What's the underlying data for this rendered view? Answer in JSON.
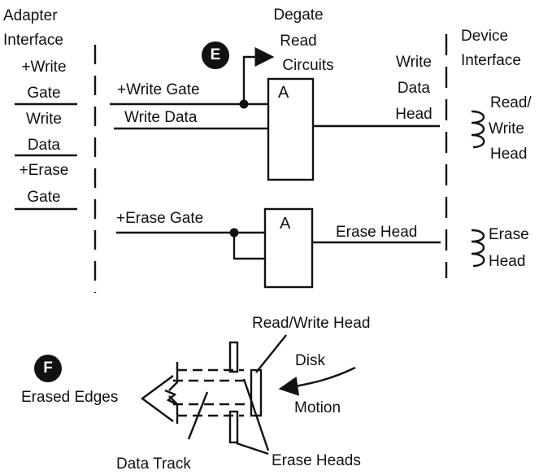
{
  "adapter_interface": {
    "title_line1": "Adapter",
    "title_line2": "Interface",
    "signals": [
      {
        "line1": "+Write",
        "line2": "Gate"
      },
      {
        "line1": "Write",
        "line2": "Data"
      },
      {
        "line1": "+Erase",
        "line2": "Gate"
      }
    ]
  },
  "device_interface": {
    "title_line1": "Device",
    "title_line2": "Interface"
  },
  "badges": {
    "e": "E",
    "f": "F"
  },
  "degate": {
    "line1": "Degate",
    "line2": "Read",
    "line3": "Circuits"
  },
  "write_circuit": {
    "input1": "+Write Gate",
    "input2": "Write Data",
    "gate_letter": "A",
    "output_line1": "Write",
    "output_line2": "Data",
    "output_line3": "Head",
    "head_line1": "Read/",
    "head_line2": "Write",
    "head_line3": "Head"
  },
  "erase_circuit": {
    "input": "+Erase Gate",
    "gate_letter": "A",
    "output": "Erase Head",
    "head_line1": "Erase",
    "head_line2": "Head"
  },
  "track_figure": {
    "read_write_head": "Read/Write Head",
    "disk": "Disk",
    "motion": "Motion",
    "erased_edges": "Erased Edges",
    "data_track": "Data Track",
    "erase_heads": "Erase Heads"
  }
}
